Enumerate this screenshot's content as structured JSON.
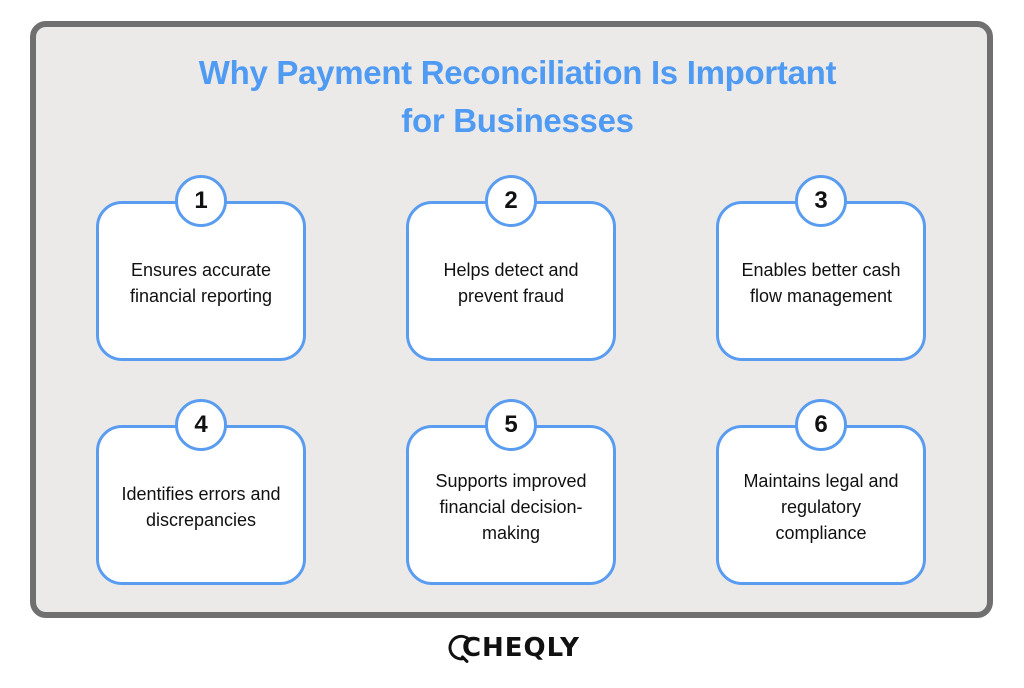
{
  "title": {
    "line1": "Why Payment Reconciliation Is Important",
    "line2": "for Businesses"
  },
  "cards": [
    {
      "number": "1",
      "text": "Ensures accurate financial reporting"
    },
    {
      "number": "2",
      "text": "Helps detect and prevent fraud"
    },
    {
      "number": "3",
      "text": "Enables better cash flow management"
    },
    {
      "number": "4",
      "text": "Identifies errors and discrepancies"
    },
    {
      "number": "5",
      "text": "Supports improved financial decision-making"
    },
    {
      "number": "6",
      "text": "Maintains legal and regulatory compliance"
    }
  ],
  "logo": {
    "text": "HEQLY",
    "brand": "CHEQLY"
  },
  "colors": {
    "accent": "#4F9BF4",
    "card_border": "#5A9CF0",
    "frame_border": "#707070",
    "frame_bg": "#ECEAE9"
  }
}
